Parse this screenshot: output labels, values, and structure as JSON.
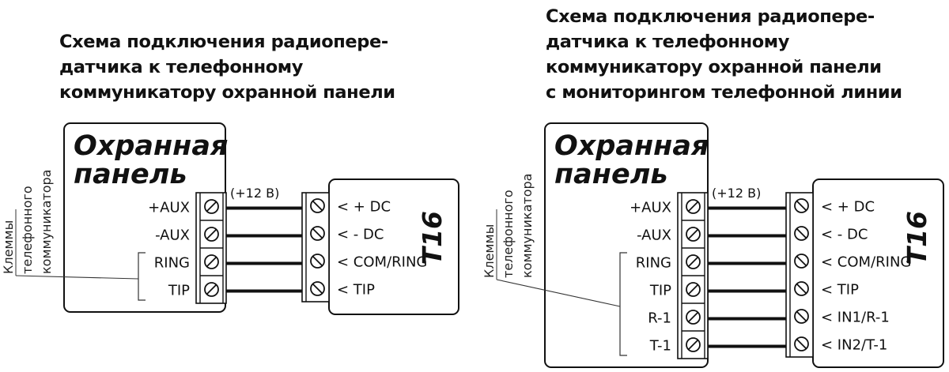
{
  "diagrams": [
    {
      "title_lines": [
        "Схема подключения радиопере-",
        "датчика к телефонному",
        "коммуникатору охранной панели"
      ],
      "panel": {
        "name_line1": "Охранная",
        "name_line2": "панель"
      },
      "side_label_lines": [
        "Клеммы",
        "телефонного",
        "коммуникатора"
      ],
      "voltage_label": "(+12 В)",
      "device_name": "T16",
      "panel_terminals": [
        "+AUX",
        "-AUX",
        "RING",
        "TIP"
      ],
      "device_terminals": [
        "< + DC",
        "< - DC",
        "< COM/RING",
        "< TIP"
      ]
    },
    {
      "title_lines": [
        "Схема подключения радиопере-",
        "датчика к телефонному",
        "коммуникатору охранной панели",
        "с мониторингом телефонной линии"
      ],
      "panel": {
        "name_line1": "Охранная",
        "name_line2": "панель"
      },
      "side_label_lines": [
        "Клеммы",
        "телефонного",
        "коммуникатора"
      ],
      "voltage_label": "(+12 В)",
      "device_name": "T16",
      "panel_terminals": [
        "+AUX",
        "-AUX",
        "RING",
        "TIP",
        "R-1",
        "T-1"
      ],
      "device_terminals": [
        "< + DC",
        "< - DC",
        "< COM/RING",
        "< TIP",
        "< IN1/R-1",
        "< IN2/T-1"
      ]
    }
  ]
}
